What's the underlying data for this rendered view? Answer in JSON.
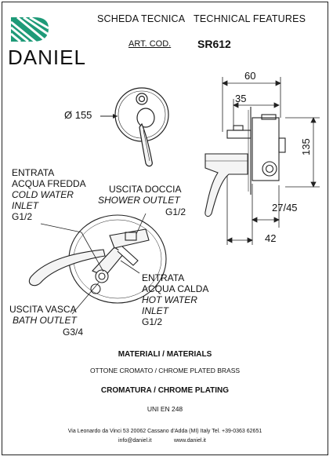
{
  "brand": {
    "name": "DANIEL",
    "colors": {
      "logo_green": "#1e9a78",
      "ink": "#111111"
    }
  },
  "header": {
    "title_it": "SCHEDA TECNICA",
    "title_en": "TECHNICAL FEATURES",
    "art_cod_label": "ART. COD.",
    "art_cod_value": "SR612"
  },
  "dimensions": {
    "diameter": "Ø 155",
    "width_60": "60",
    "width_35": "35",
    "height_135": "135",
    "depth_range": "27/45",
    "depth_42": "42"
  },
  "labels": {
    "cold_inlet": {
      "it_1": "ENTRATA",
      "it_2": "ACQUA FREDDA",
      "en_1": "COLD WATER",
      "en_2": "INLET",
      "thread": "G1/2"
    },
    "shower_outlet": {
      "it": "USCITA DOCCIA",
      "en": "SHOWER OUTLET",
      "thread": "G1/2"
    },
    "hot_inlet": {
      "it_1": "ENTRATA",
      "it_2": "ACQUA CALDA",
      "en_1": "HOT WATER",
      "en_2": "INLET",
      "thread": "G1/2"
    },
    "bath_outlet": {
      "it": "USCITA VASCA",
      "en": "BATH OUTLET",
      "thread": "G3/4"
    }
  },
  "materials": {
    "title": "MATERIALI / MATERIALS",
    "text": "OTTONE CROMATO  / CHROME PLATED BRASS"
  },
  "plating": {
    "title": "CROMATURA / CHROME PLATING",
    "text": "UNI EN 248"
  },
  "footer": {
    "address": "Via Leonardo da Vinci 53   20062 Cassano d'Adda (MI) Italy Tel. +39-0363 62651",
    "email": "info@daniel.it",
    "website": "www.daniel.it"
  }
}
